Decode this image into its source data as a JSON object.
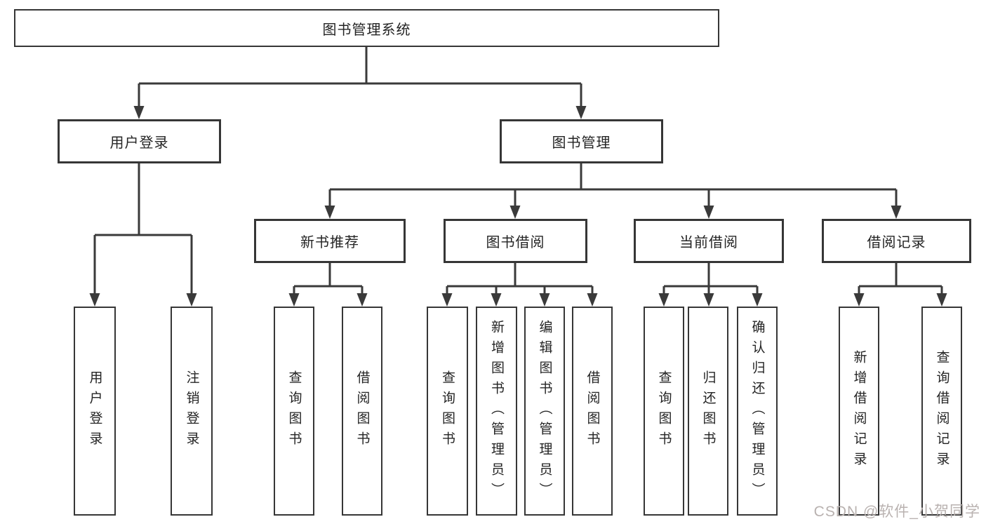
{
  "tree": {
    "root": {
      "label": "图书管理系统"
    },
    "branches": [
      {
        "label": "用户登录",
        "children": [
          {
            "label": "用户登录"
          },
          {
            "label": "注销登录"
          }
        ]
      },
      {
        "label": "图书管理",
        "children": [
          {
            "label": "新书推荐",
            "children": [
              {
                "label": "查询图书"
              },
              {
                "label": "借阅图书"
              }
            ]
          },
          {
            "label": "图书借阅",
            "children": [
              {
                "label": "查询图书"
              },
              {
                "label": "新增图书（管理员）"
              },
              {
                "label": "编辑图书（管理员）"
              },
              {
                "label": "借阅图书"
              }
            ]
          },
          {
            "label": "当前借阅",
            "children": [
              {
                "label": "查询图书"
              },
              {
                "label": "归还图书"
              },
              {
                "label": "确认归还（管理员）"
              }
            ]
          },
          {
            "label": "借阅记录",
            "children": [
              {
                "label": "新增借阅记录"
              },
              {
                "label": "查询借阅记录"
              }
            ]
          }
        ]
      }
    ]
  },
  "watermark": "CSDN @软件_小贺同学",
  "colors": {
    "line": "#3a3a3a",
    "box_border": "#363636",
    "text": "#242424",
    "watermark": "#b9b2b0",
    "background": "#ffffff"
  }
}
